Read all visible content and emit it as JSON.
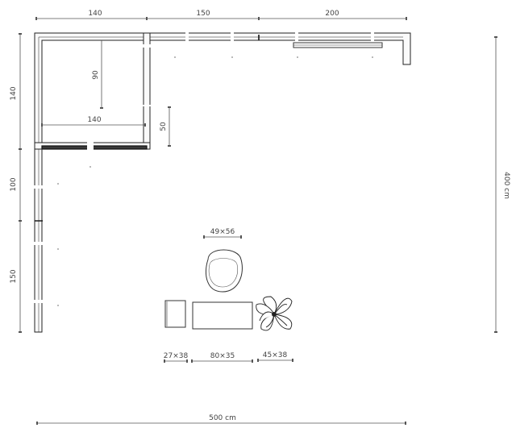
{
  "dimensions": {
    "top_left": "140",
    "top_middle": "150",
    "top_right": "200",
    "left_upper": "140",
    "left_middle": "100",
    "left_lower": "150",
    "inner_vertical": "90",
    "inner_horizontal": "140",
    "inner_side": "50",
    "total_width": "500 cm",
    "total_height": "400 cm"
  },
  "furniture": {
    "chair": "49×56",
    "stool": "27×38",
    "table": "80×35",
    "plant": "45×38"
  },
  "colors": {
    "line": "#222222",
    "dimension": "#555555",
    "background": "#ffffff"
  }
}
